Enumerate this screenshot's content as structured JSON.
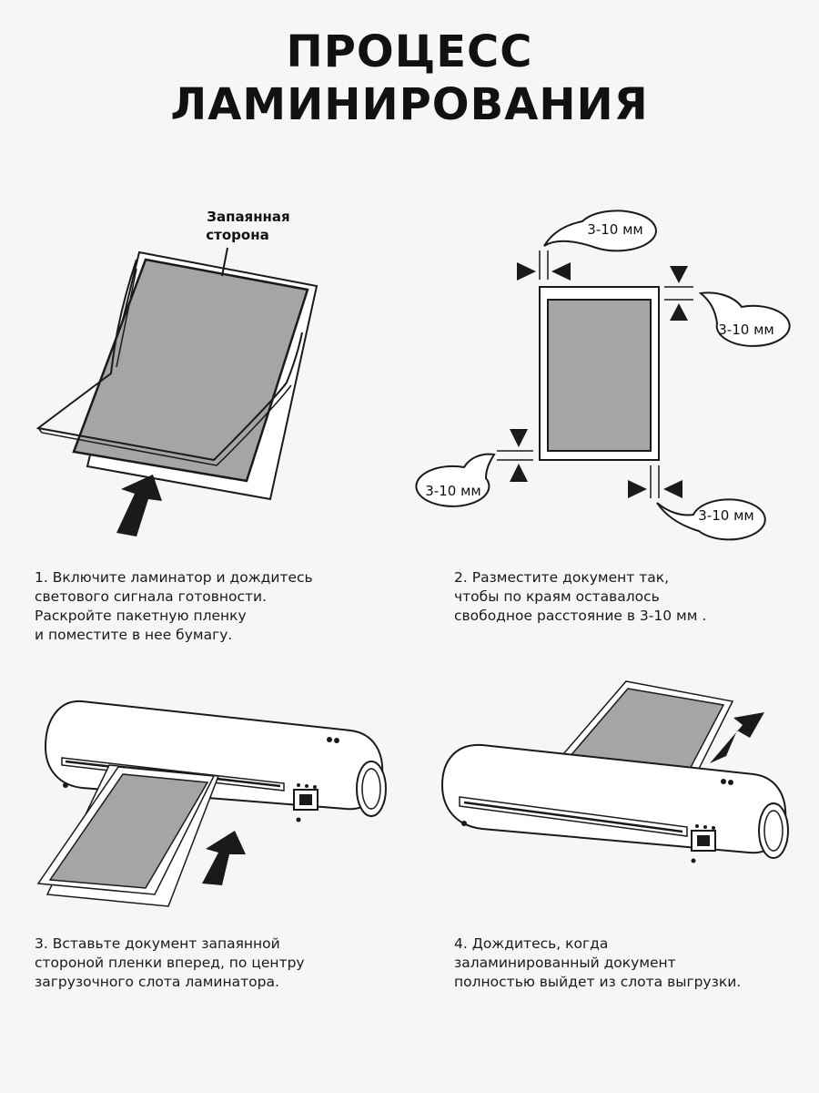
{
  "title": {
    "line1": "ПРОЦЕСС",
    "line2": "ЛАМИНИРОВАНИЯ"
  },
  "step1": {
    "label_line1": "Запаянная",
    "label_line2": "сторона",
    "caption": [
      "1. Включите ламинатор и дождитесь",
      "светового сигнала готовности.",
      "Раскройте пакетную пленку",
      "и поместите в нее бумагу."
    ]
  },
  "step2": {
    "margin_label": "3-10 мм",
    "caption": [
      "2. Разместите документ так,",
      "чтобы по краям оставалось",
      "свободное расстояние в 3-10 мм ."
    ]
  },
  "step3": {
    "caption": [
      "3. Вставьте документ запаянной",
      "стороной пленки вперед, по центру",
      "загрузочного слота ламинатора."
    ]
  },
  "step4": {
    "caption": [
      "4. Дождитесь, когда",
      "заламинированный документ",
      "полностью выйдет из слота выгрузки."
    ]
  },
  "colors": {
    "paper_fill": "#a5a5a5",
    "outline": "#1a1a1a",
    "background": "#f6f6f6"
  },
  "icons": [
    "arrow-up-icon",
    "callout-bubble",
    "dimension-arrows",
    "laminator-device",
    "power-button-icon"
  ]
}
